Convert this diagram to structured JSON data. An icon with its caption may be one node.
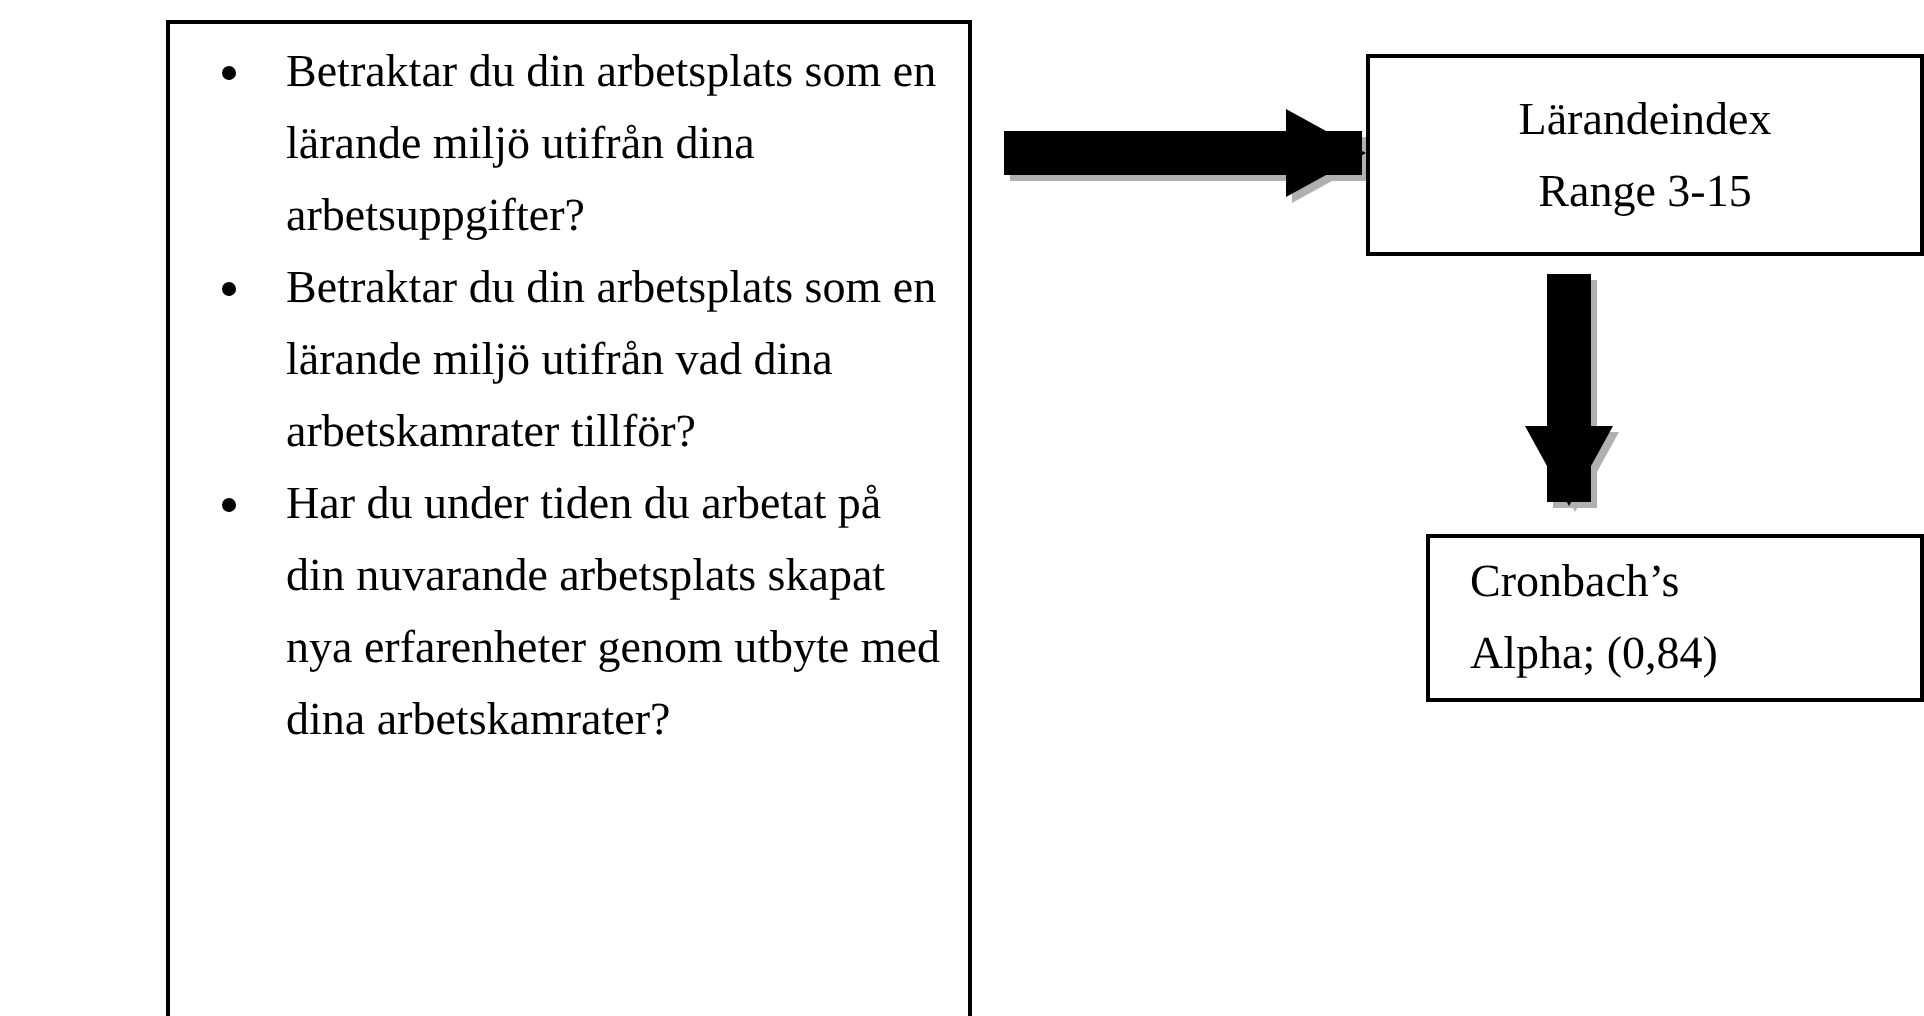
{
  "diagram": {
    "nodes": [
      {
        "text": [
          "Betraktar du din arbetsplats som en lärande miljö utifrån dina arbetsuppgifter?",
          "Betraktar du din arbetsplats som en lärande miljö utifrån vad dina arbetskamrater tillför?",
          "Har du under tiden du arbetat på din nuvarande arbetsplats skapat nya erfarenheter genom utbyte med dina arbetskamrater?"
        ]
      },
      {
        "text": [
          "Lärandeindex Range 3-15"
        ]
      },
      {
        "text": [
          "Cronbach’s Alpha; (0,84)"
        ]
      }
    ],
    "edges": [
      {
        "from": 0,
        "to": 1,
        "arrow": "to"
      },
      {
        "from": 1,
        "to": 2,
        "arrow": "to"
      }
    ]
  }
}
